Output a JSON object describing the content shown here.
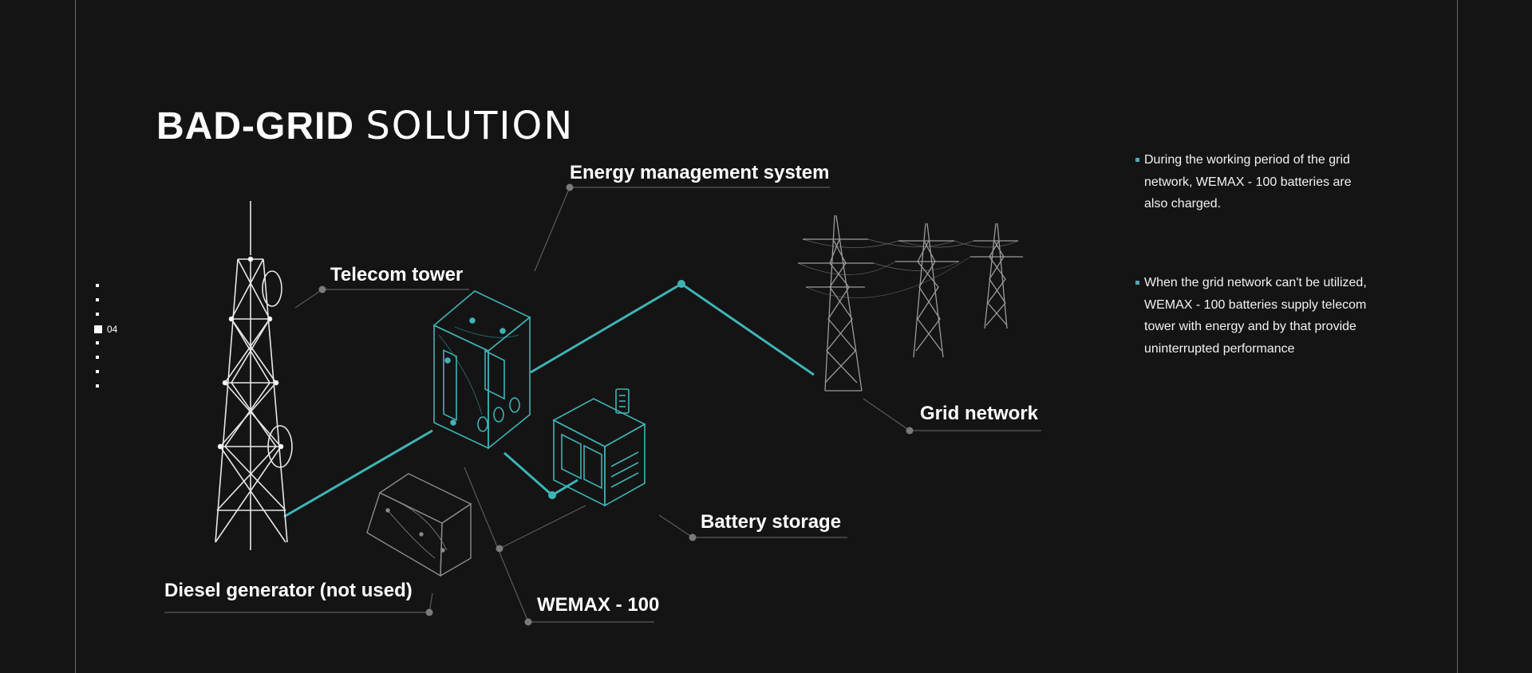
{
  "page": {
    "title_bold": "BAD-GRID",
    "title_light": "SOLUTION",
    "slide_number": "04"
  },
  "colors": {
    "background": "#141414",
    "accent_line": "#3fb3b5",
    "label_text": "#ffffff",
    "leader_line": "#5a5a5a",
    "bullet": "#4fa7b2"
  },
  "labels": {
    "energy_management_system": "Energy management system",
    "telecom_tower": "Telecom tower",
    "grid_network": "Grid network",
    "battery_storage": "Battery storage",
    "diesel_generator": "Diesel generator (not used)",
    "wemax": "WEMAX - 100"
  },
  "notes": [
    "During the working period of the grid network, WEMAX - 100 batteries are also charged.",
    "When the grid network can't be utilized, WEMAX - 100 batteries supply telecom tower with energy and by that provide uninterrupted performance"
  ]
}
